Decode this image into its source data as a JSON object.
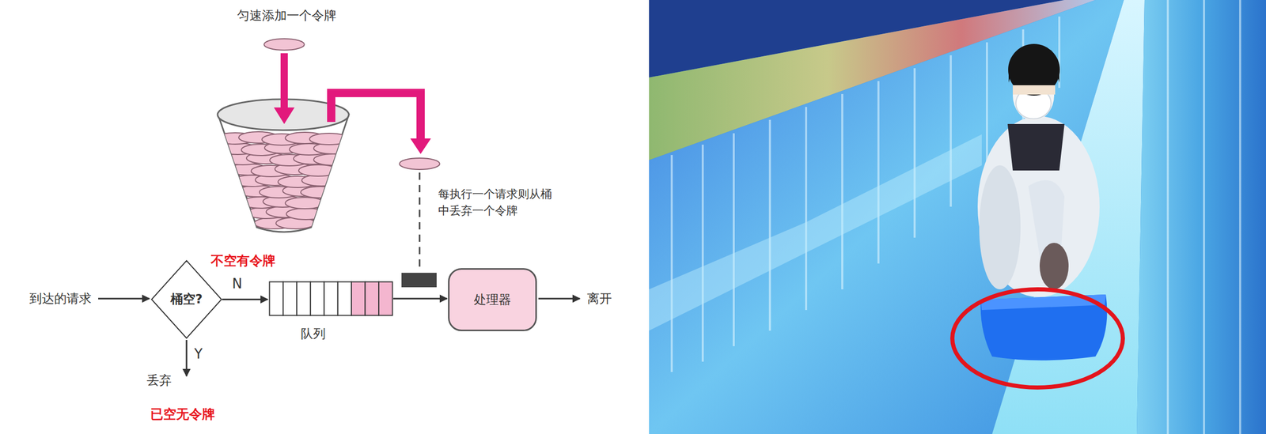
{
  "diagram": {
    "nodes": [
      {
        "text": [
          "桶空?"
        ]
      },
      {
        "text": [
          "队列"
        ]
      },
      {
        "text": [
          "处理器"
        ]
      }
    ],
    "edges": [
      {
        "from": 0,
        "to": 1,
        "arrow": "to",
        "label": "N"
      },
      {
        "from": 1,
        "to": 2,
        "arrow": "to"
      }
    ],
    "labels": [
      "匀速添加一个令牌",
      "每执行一个请求则从桶中丢弃一个令牌",
      "不空有令牌",
      "到达的请求",
      "离开",
      "Y",
      "丢弃",
      "已空无令牌"
    ]
  }
}
